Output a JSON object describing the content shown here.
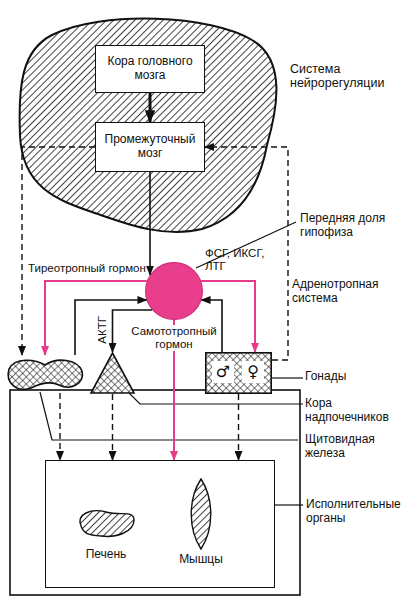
{
  "diagram": {
    "nodes": [
      {
        "text": [
          "Система нейрорегуляции"
        ]
      },
      {
        "text": [
          "Кора головного мозга"
        ],
        "in": 0
      },
      {
        "text": [
          "Промежуточный мозг"
        ],
        "in": 0
      },
      {
        "text": [
          "Передняя доля гипофиза"
        ]
      },
      {
        "text": [
          "Щитовидная железа"
        ]
      },
      {
        "text": [
          "Кора надпочечников"
        ]
      },
      {
        "text": [
          "♂",
          "♀",
          "Гонады"
        ]
      },
      {
        "text": [
          "Исполнительные органы"
        ]
      },
      {
        "text": [
          "Печень"
        ],
        "in": 7
      },
      {
        "text": [
          "Мышцы"
        ],
        "in": 7
      }
    ],
    "edges": [
      {
        "from": 1,
        "to": 2,
        "arrow": "to"
      },
      {
        "from": 2,
        "to": 3,
        "arrow": "to"
      },
      {
        "from": 3,
        "to": 4,
        "arrow": "to",
        "label": "Тиреотропный гормон"
      },
      {
        "from": 4,
        "to": 3,
        "arrow": "to"
      },
      {
        "from": 3,
        "to": 5,
        "arrow": "to",
        "label": "АКТГ"
      },
      {
        "from": 3,
        "to": 6,
        "arrow": "to",
        "label": "ФСГ, ИКСГ, ЛТГ"
      },
      {
        "from": 6,
        "to": 3,
        "arrow": "to"
      },
      {
        "from": 3,
        "to": 7,
        "arrow": "to",
        "label": "Самототропный гормон"
      },
      {
        "from": 2,
        "to": 4,
        "arrow": "to"
      },
      {
        "from": 6,
        "to": 2,
        "arrow": "to"
      },
      {
        "from": 4,
        "to": 7,
        "arrow": "to"
      },
      {
        "from": 5,
        "to": 7,
        "arrow": "to"
      },
      {
        "from": 6,
        "to": 7,
        "arrow": "to"
      }
    ],
    "labels": [
      "Адренотропная система"
    ]
  }
}
